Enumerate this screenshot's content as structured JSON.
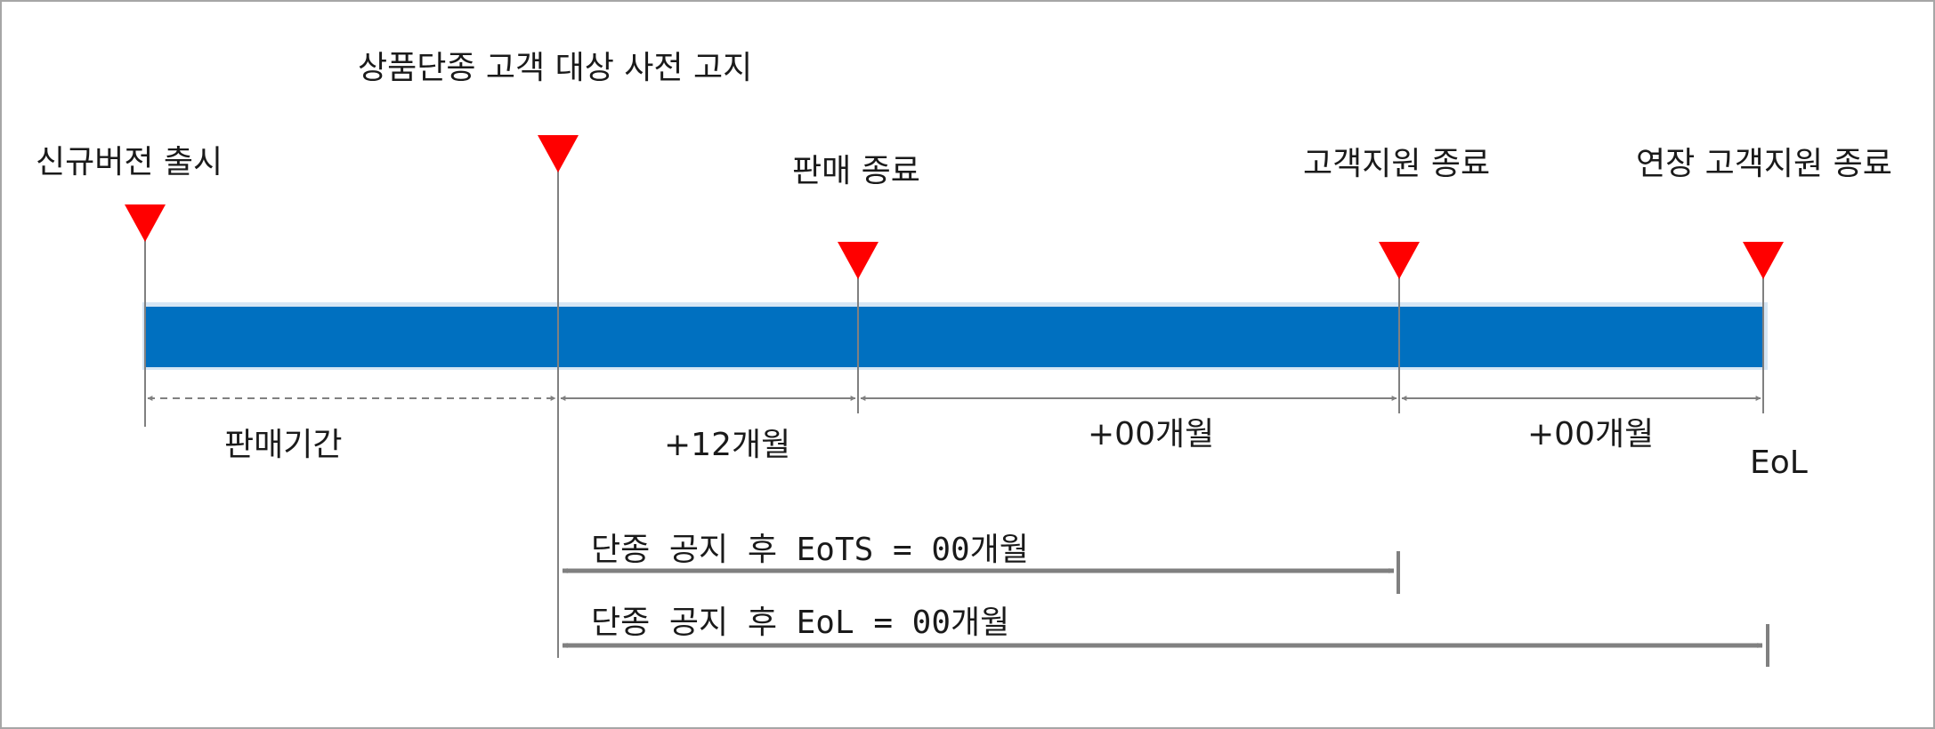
{
  "colors": {
    "bar_fill": "#0070c0",
    "bar_outline": "#d6e6f4",
    "marker": "#ff0000",
    "guide_line": "#808080",
    "arrow": "#808080",
    "text": "#1a1a1a",
    "border": "#a6a6a6"
  },
  "milestones": [
    {
      "id": "new-release",
      "label": "신규버전 출시"
    },
    {
      "id": "discontinue-notice",
      "label": "상품단종 고객 대상 사전 고지"
    },
    {
      "id": "end-of-sale",
      "label": "판매 종료"
    },
    {
      "id": "end-of-support",
      "label": "고객지원 종료"
    },
    {
      "id": "extended-support-end",
      "label": "연장 고객지원 종료"
    }
  ],
  "intervals": [
    {
      "id": "sales-period",
      "label": "판매기간",
      "style": "dashed"
    },
    {
      "id": "plus-12",
      "label": "+12개월",
      "style": "solid"
    },
    {
      "id": "plus-00-a",
      "label": "+00개월",
      "style": "solid"
    },
    {
      "id": "plus-00-b",
      "label": "+00개월",
      "style": "solid"
    }
  ],
  "eol_label": "EoL",
  "spans": [
    {
      "id": "eots-span",
      "label": "단종 공지 후 EoTS = 00개월"
    },
    {
      "id": "eol-span",
      "label": "단종 공지 후 EoL = 00개월"
    }
  ]
}
